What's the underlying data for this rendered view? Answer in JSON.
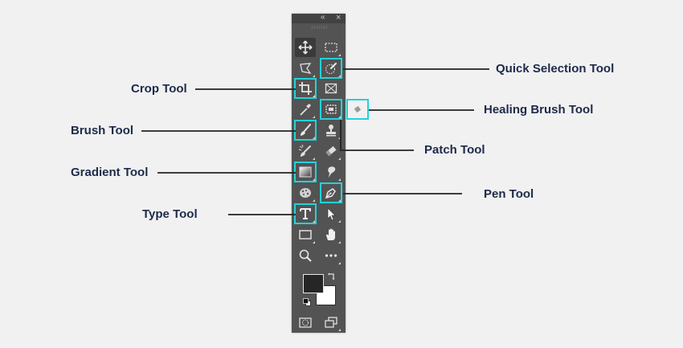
{
  "toolbar": {
    "collapse_glyph": "«",
    "close_glyph": "×",
    "tools": [
      {
        "id": "move",
        "icon": "move-icon",
        "highlighted": false,
        "active": true
      },
      {
        "id": "marquee",
        "icon": "rectangular-marquee-icon",
        "highlighted": false
      },
      {
        "id": "lasso",
        "icon": "polygonal-lasso-icon",
        "highlighted": false
      },
      {
        "id": "quick-selection",
        "icon": "quick-selection-icon",
        "highlighted": true
      },
      {
        "id": "crop",
        "icon": "crop-icon",
        "highlighted": true
      },
      {
        "id": "frame",
        "icon": "frame-icon",
        "highlighted": false
      },
      {
        "id": "eyedropper",
        "icon": "eyedropper-icon",
        "highlighted": false
      },
      {
        "id": "patch",
        "icon": "patch-icon",
        "highlighted": true
      },
      {
        "id": "healing-brush",
        "icon": "healing-brush-icon",
        "highlighted": true
      },
      {
        "id": "brush",
        "icon": "brush-icon",
        "highlighted": true
      },
      {
        "id": "clone-stamp",
        "icon": "clone-stamp-icon",
        "highlighted": false
      },
      {
        "id": "history-brush",
        "icon": "history-brush-icon",
        "highlighted": false
      },
      {
        "id": "eraser",
        "icon": "eraser-icon",
        "highlighted": false
      },
      {
        "id": "gradient",
        "icon": "gradient-icon",
        "highlighted": true
      },
      {
        "id": "smudge",
        "icon": "smudge-icon",
        "highlighted": false
      },
      {
        "id": "sponge",
        "icon": "sponge-icon",
        "highlighted": false
      },
      {
        "id": "pen",
        "icon": "pen-icon",
        "highlighted": true
      },
      {
        "id": "type",
        "icon": "type-icon",
        "highlighted": true
      },
      {
        "id": "path-selection",
        "icon": "path-selection-icon",
        "highlighted": false
      },
      {
        "id": "rectangle",
        "icon": "rectangle-icon",
        "highlighted": false
      },
      {
        "id": "hand",
        "icon": "hand-icon",
        "highlighted": false
      },
      {
        "id": "zoom",
        "icon": "zoom-icon",
        "highlighted": false
      },
      {
        "id": "more",
        "icon": "more-icon",
        "highlighted": false
      },
      {
        "id": "quick-mask",
        "icon": "quick-mask-icon",
        "highlighted": false
      },
      {
        "id": "screen-mode",
        "icon": "screen-mode-icon",
        "highlighted": false
      }
    ],
    "foreground_color": "#262626",
    "background_color": "#ffffff"
  },
  "labels": {
    "quick_selection": "Quick Selection Tool",
    "crop": "Crop Tool",
    "healing_brush": "Healing Brush Tool",
    "brush": "Brush Tool",
    "patch": "Patch Tool",
    "gradient": "Gradient Tool",
    "pen": "Pen Tool",
    "type": "Type Tool"
  },
  "colors": {
    "highlight": "#22d3d9",
    "panel": "#535353",
    "label_text": "#1e2a4a"
  }
}
